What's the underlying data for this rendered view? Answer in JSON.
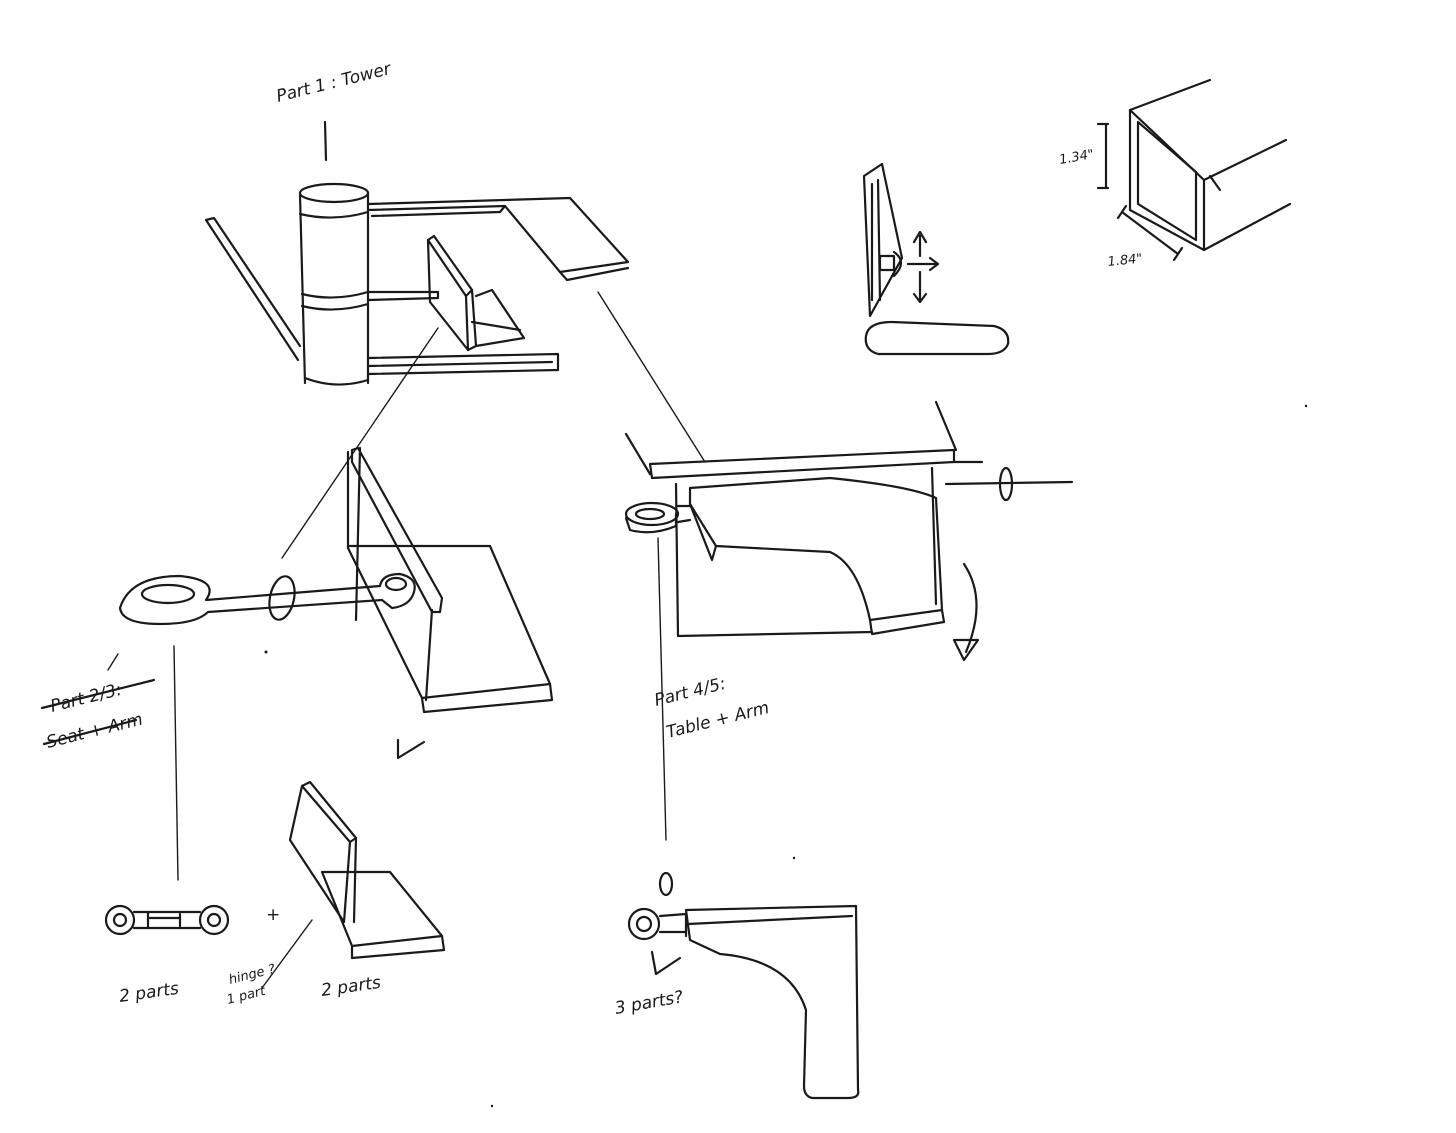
{
  "labels": {
    "part1": "Part 1 : Tower",
    "part23_line1": "Part 2/3:",
    "part23_line2": "Seat + Arm",
    "part45_line1": "Part 4/5:",
    "part45_line2": "Table + Arm",
    "two_parts_left": "2 parts",
    "hinge_line1": "hinge ?",
    "hinge_line2": "1 part",
    "two_parts_right": "2 parts",
    "three_parts": "3 parts?",
    "dim_height": "1.34\"",
    "dim_width": "1.84\"",
    "plus": "+"
  }
}
